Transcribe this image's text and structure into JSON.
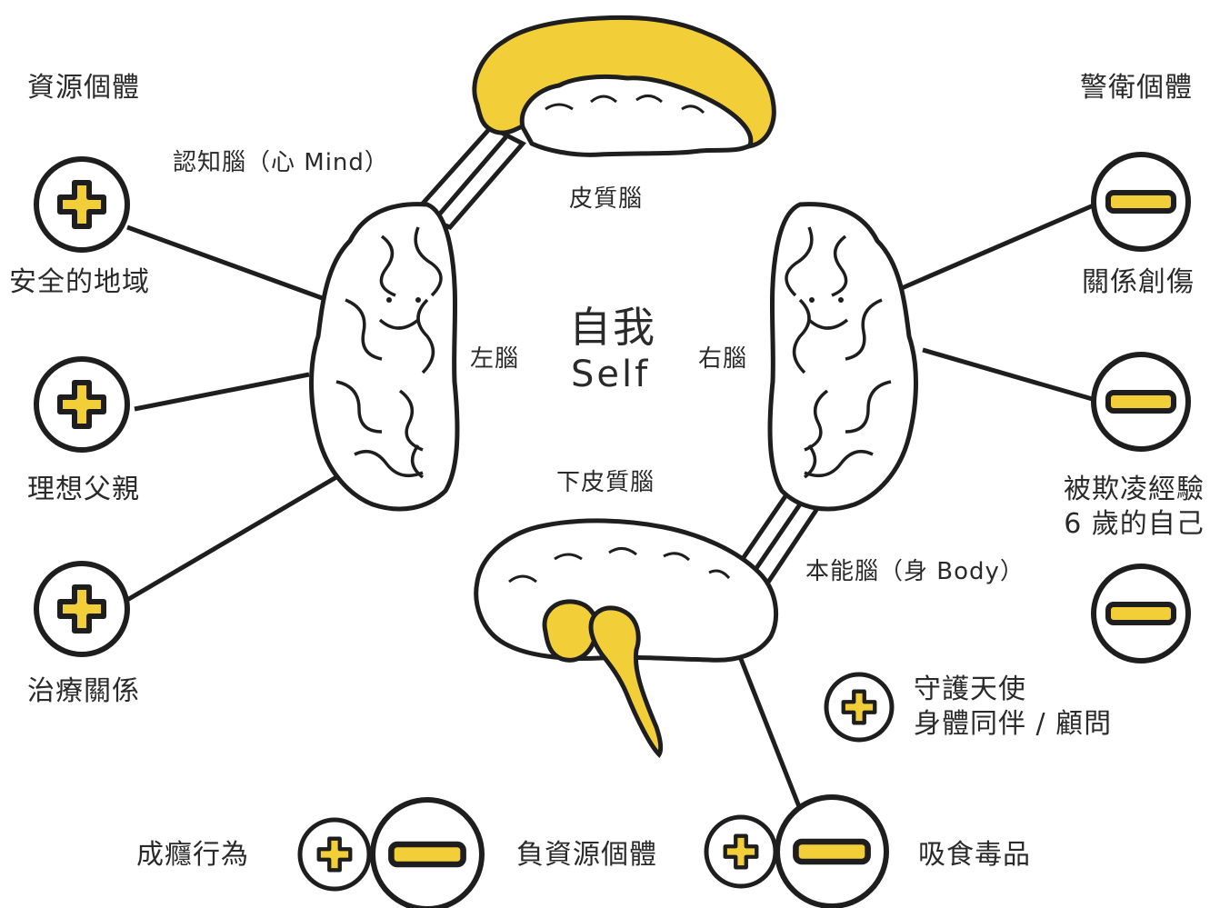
{
  "colors": {
    "accent": "#f2cf38",
    "ink": "#1e1e1e",
    "background": "#ffffff"
  },
  "headings": {
    "resource": "資源個體",
    "guard": "警衛個體"
  },
  "brain": {
    "cognitive": "認知腦（心 Mind）",
    "cortex": "皮質腦",
    "left": "左腦",
    "right": "右腦",
    "self_zh": "自我",
    "self_en": "Self",
    "subcortex": "下皮質腦",
    "instinct": "本能腦（身 Body）"
  },
  "left_items": [
    {
      "label": "安全的地域",
      "icon": "plus-icon"
    },
    {
      "label": "理想父親",
      "icon": "plus-icon"
    },
    {
      "label": "治療關係",
      "icon": "plus-icon"
    }
  ],
  "right_items": [
    {
      "label": "關係創傷",
      "icon": "minus-icon"
    },
    {
      "label_lines": [
        "被欺凌經驗",
        "6 歲的自己"
      ],
      "icon": "minus-icon"
    },
    {
      "label_lines": [
        "守護天使",
        "身體同伴 / 顧問"
      ],
      "icon": "plus-icon"
    }
  ],
  "bottom_items": {
    "addiction": "成癮行為",
    "negative_resource": "負資源個體",
    "drugs": "吸食毒品"
  }
}
